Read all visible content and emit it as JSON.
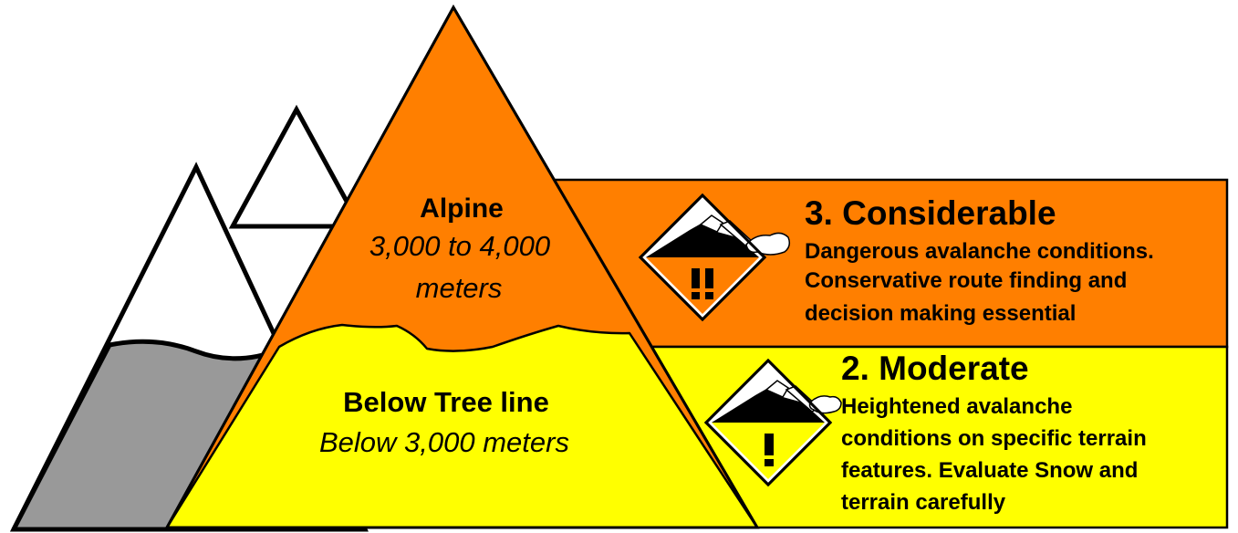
{
  "zones": {
    "alpine": {
      "name": "Alpine",
      "range_line1": "3,000 to 4,000",
      "range_line2": "meters",
      "color": "#FF7F00"
    },
    "below_treeline": {
      "name": "Below Tree line",
      "range": "Below 3,000 meters",
      "color": "#FFFF00"
    }
  },
  "ratings": [
    {
      "title": "3. Considerable",
      "lines": [
        "Dangerous avalanche conditions.",
        "Conservative route finding and",
        "decision making essential"
      ],
      "color": "#FF7F00",
      "icon": "avalanche-danger-considerable-icon"
    },
    {
      "title": "2. Moderate",
      "lines": [
        "Heightened avalanche",
        "conditions on specific terrain",
        "features.  Evaluate Snow and",
        "terrain carefully"
      ],
      "color": "#FFFF00",
      "icon": "avalanche-danger-moderate-icon"
    }
  ],
  "colors": {
    "rock_gray": "#999999",
    "outline": "#000000"
  }
}
